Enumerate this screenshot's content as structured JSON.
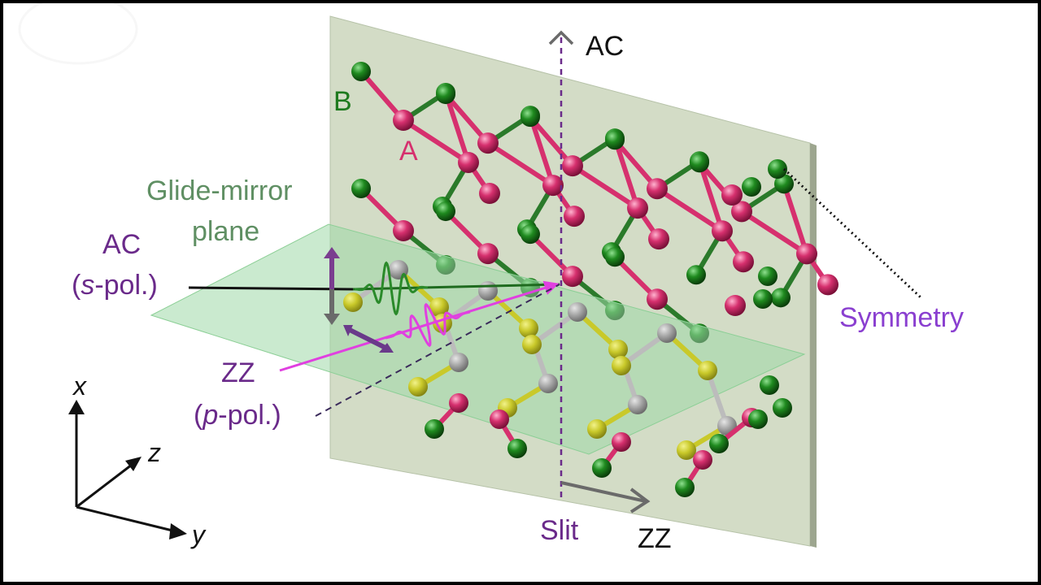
{
  "labels": {
    "atom_b": "B",
    "atom_a": "A",
    "glide_line1": "Glide-mirror",
    "glide_line2": "plane",
    "ac_top": "AC",
    "ac_s_line1": "AC",
    "ac_s_line2_pre": "(",
    "ac_s_line2_italic": "s",
    "ac_s_line2_post": "-pol.)",
    "zz_p_line1": "ZZ",
    "zz_p_line2_pre": "(",
    "zz_p_line2_italic": "p",
    "zz_p_line2_post": "-pol.)",
    "symmetry": "Symmetry",
    "slit": "Slit",
    "zz_bottom": "ZZ",
    "axis_x": "x",
    "axis_y": "y",
    "axis_z": "z"
  },
  "colors": {
    "atom_green": "#1e7a1e",
    "atom_pink": "#d6306e",
    "atom_gray": "#a9a9a9",
    "atom_yellow": "#c9c92a",
    "plane_fill": "#d3dcc6",
    "glide_plane": "#9ed8a8",
    "glide_text": "#5f8f63",
    "purple_text": "#6a2a8a",
    "magenta_beam": "#e040e0",
    "dark_green_beam": "#1f6b1f",
    "arrow_gray": "#6a6a6a",
    "symmetry_text": "#8a3fd0"
  }
}
